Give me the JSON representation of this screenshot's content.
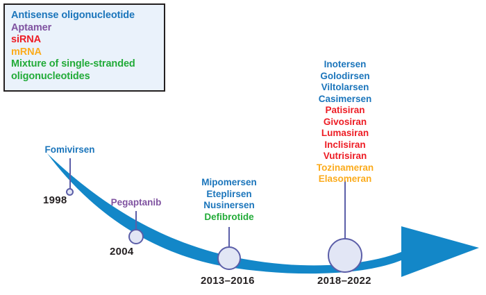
{
  "colors": {
    "aso": "#1b75bb",
    "aptamer": "#7f52a0",
    "sirna": "#ed1c24",
    "mrna": "#fbab1c",
    "mixture": "#22ab38",
    "band": "#1387c8",
    "marker_fill": "#e2e6f5",
    "marker_stroke": "#5b5ea8",
    "legend_bg": "#eaf2fb",
    "legend_border": "#231f20",
    "year_text": "#231f20"
  },
  "legend": {
    "items": [
      {
        "label": "Antisense oligonucleotide",
        "color_key": "aso"
      },
      {
        "label": "Aptamer",
        "color_key": "aptamer"
      },
      {
        "label": "siRNA",
        "color_key": "sirna"
      },
      {
        "label": "mRNA",
        "color_key": "mrna"
      },
      {
        "label": "Mixture of single-stranded oligonucleotides",
        "color_key": "mixture"
      }
    ]
  },
  "milestones": [
    {
      "id": "m1998",
      "year": "1998",
      "drugs": [
        {
          "name": "Fomivirsen",
          "color_key": "aso"
        }
      ]
    },
    {
      "id": "m2004",
      "year": "2004",
      "drugs": [
        {
          "name": "Pegaptanib",
          "color_key": "aptamer"
        }
      ]
    },
    {
      "id": "m2013",
      "year": "2013–2016",
      "drugs": [
        {
          "name": "Mipomersen",
          "color_key": "aso"
        },
        {
          "name": "Eteplirsen",
          "color_key": "aso"
        },
        {
          "name": "Nusinersen",
          "color_key": "aso"
        },
        {
          "name": "Defibrotide",
          "color_key": "mixture"
        }
      ]
    },
    {
      "id": "m2018",
      "year": "2018–2022",
      "drugs": [
        {
          "name": "Inotersen",
          "color_key": "aso"
        },
        {
          "name": "Golodirsen",
          "color_key": "aso"
        },
        {
          "name": "Viltolarsen",
          "color_key": "aso"
        },
        {
          "name": "Casimersen",
          "color_key": "aso"
        },
        {
          "name": "Patisiran",
          "color_key": "sirna"
        },
        {
          "name": "Givosiran",
          "color_key": "sirna"
        },
        {
          "name": "Lumasiran",
          "color_key": "sirna"
        },
        {
          "name": "Inclisiran",
          "color_key": "sirna"
        },
        {
          "name": "Vutrisiran",
          "color_key": "sirna"
        },
        {
          "name": "Tozinameran",
          "color_key": "mrna"
        },
        {
          "name": "Elasomeran",
          "color_key": "mrna"
        }
      ]
    }
  ]
}
